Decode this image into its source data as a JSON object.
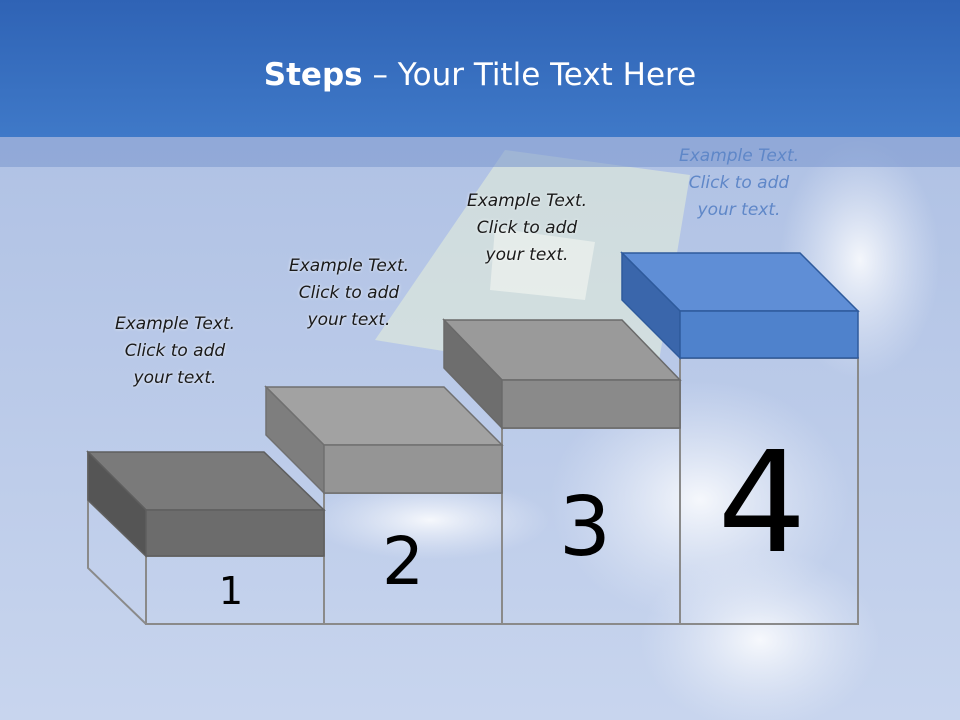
{
  "slide": {
    "title_bold": "Steps",
    "title_rest": " – Your Title Text Here"
  },
  "steps": [
    {
      "number": "1",
      "lines": [
        "Example Text.",
        "Click  to add",
        "your text."
      ]
    },
    {
      "number": "2",
      "lines": [
        "Example Text.",
        "Click  to add",
        "your text."
      ]
    },
    {
      "number": "3",
      "lines": [
        "Example Text.",
        "Click  to add",
        "your text."
      ]
    },
    {
      "number": "4",
      "lines": [
        "Example Text.",
        "Click  to add",
        "your text."
      ]
    }
  ],
  "colors": {
    "header": "#3a70c0",
    "block_gray": "#8c8c8c",
    "block_highlight": "#4f82cc",
    "caption_highlight": "#5f87c8"
  }
}
